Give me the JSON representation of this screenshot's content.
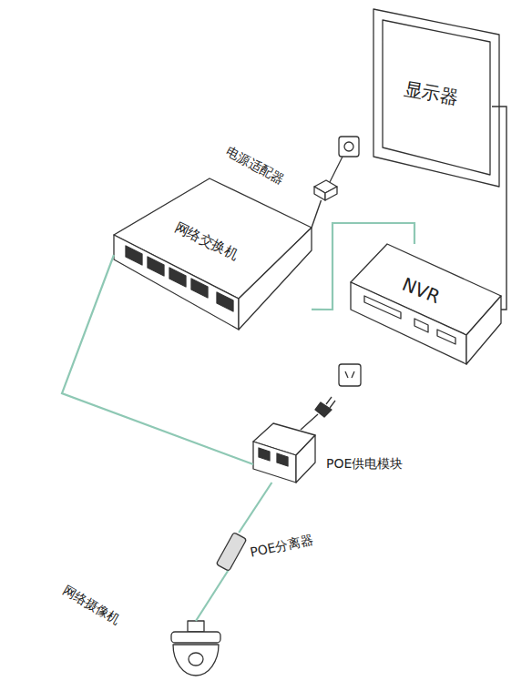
{
  "diagram": {
    "nodes": [
      {
        "text": [
          "显示器"
        ]
      },
      {
        "text": [
          "电源适配器"
        ]
      },
      {
        "text": [
          "网络交换机"
        ]
      },
      {
        "text": [
          "NVR"
        ]
      },
      {
        "text": [
          "POE供电模块"
        ]
      },
      {
        "text": [
          "POE分离器"
        ]
      },
      {
        "text": [
          "网络摄像机"
        ]
      }
    ],
    "edges": [
      {
        "from": 1,
        "to": 2,
        "arrow": "none"
      },
      {
        "from": 0,
        "to": 3,
        "arrow": "none"
      },
      {
        "from": 2,
        "to": 3,
        "arrow": "none"
      },
      {
        "from": 2,
        "to": 4,
        "arrow": "none"
      },
      {
        "from": 4,
        "to": 5,
        "arrow": "none"
      },
      {
        "from": 5,
        "to": 6,
        "arrow": "none"
      }
    ]
  }
}
